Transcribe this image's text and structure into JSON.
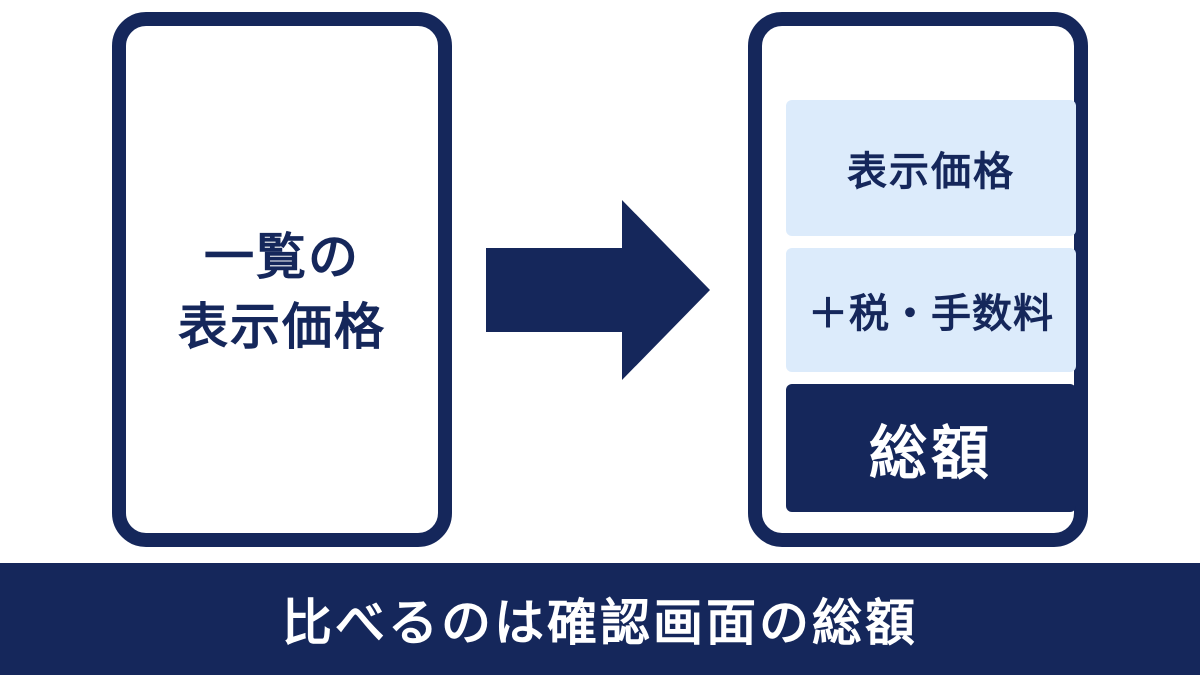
{
  "left_phone": {
    "line1": "一覧の",
    "line2": "表示価格"
  },
  "right_phone": {
    "price_label": "表示価格",
    "tax_fee_label": "＋税・手数料",
    "total_label": "総額"
  },
  "banner": {
    "text": "比べるのは確認画面の総額"
  },
  "colors": {
    "navy": "#15275b",
    "light_blue": "#dcebfb",
    "white": "#ffffff"
  },
  "icons": {
    "arrow": "right-arrow-icon"
  }
}
